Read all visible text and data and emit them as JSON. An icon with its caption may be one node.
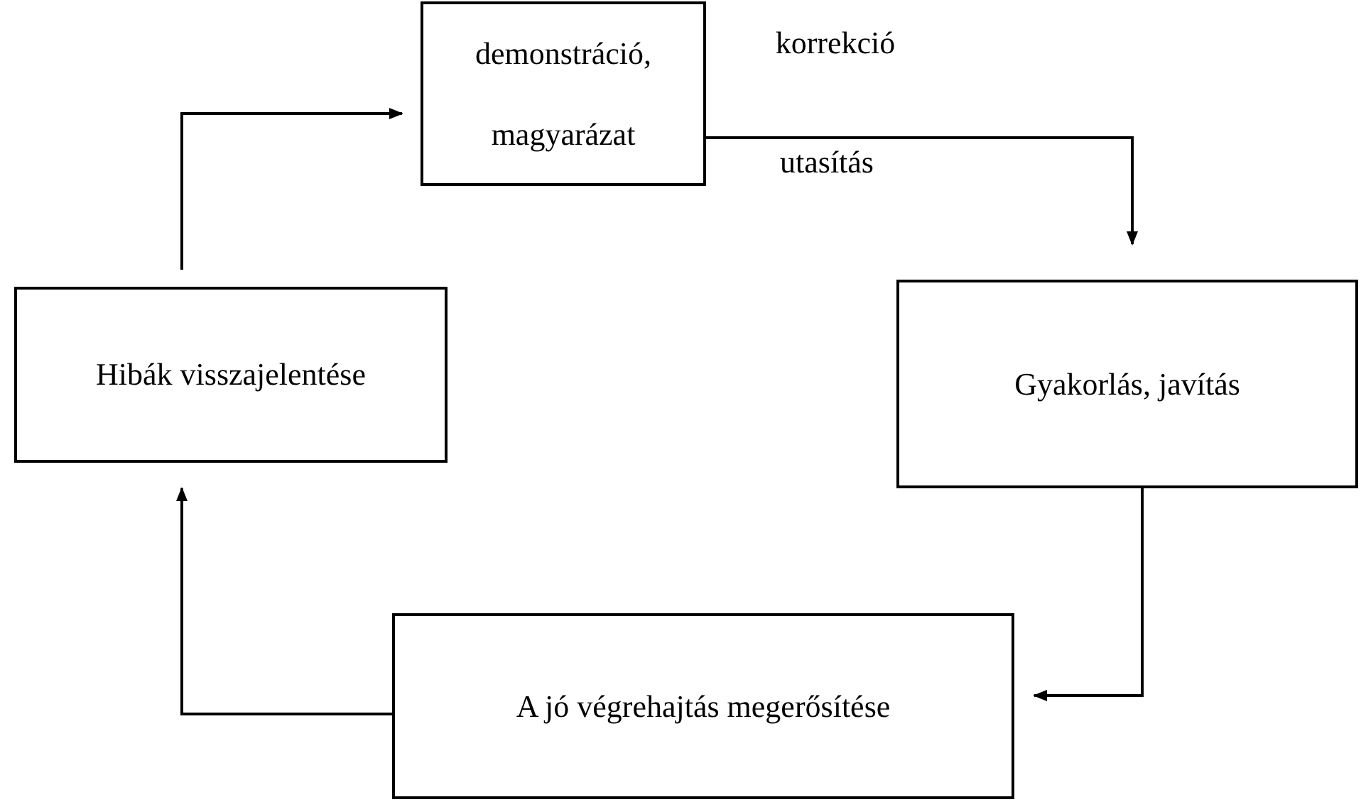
{
  "diagram": {
    "nodes": [
      {
        "text": [
          "demonstráció, magyarázat"
        ]
      },
      {
        "text": [
          "Gyakorlás, javítás"
        ]
      },
      {
        "text": [
          "A jó végrehajtás megerősítése"
        ]
      },
      {
        "text": [
          "Hibák visszajelentése"
        ]
      }
    ],
    "edges": [
      {
        "from": 0,
        "to": 1,
        "arrow": "to",
        "label": "korrekció"
      },
      {
        "from": 1,
        "to": 2,
        "arrow": "to"
      },
      {
        "from": 2,
        "to": 3,
        "arrow": "to"
      },
      {
        "from": 3,
        "to": 0,
        "arrow": "to"
      }
    ],
    "labels": [
      "utasítás"
    ]
  }
}
